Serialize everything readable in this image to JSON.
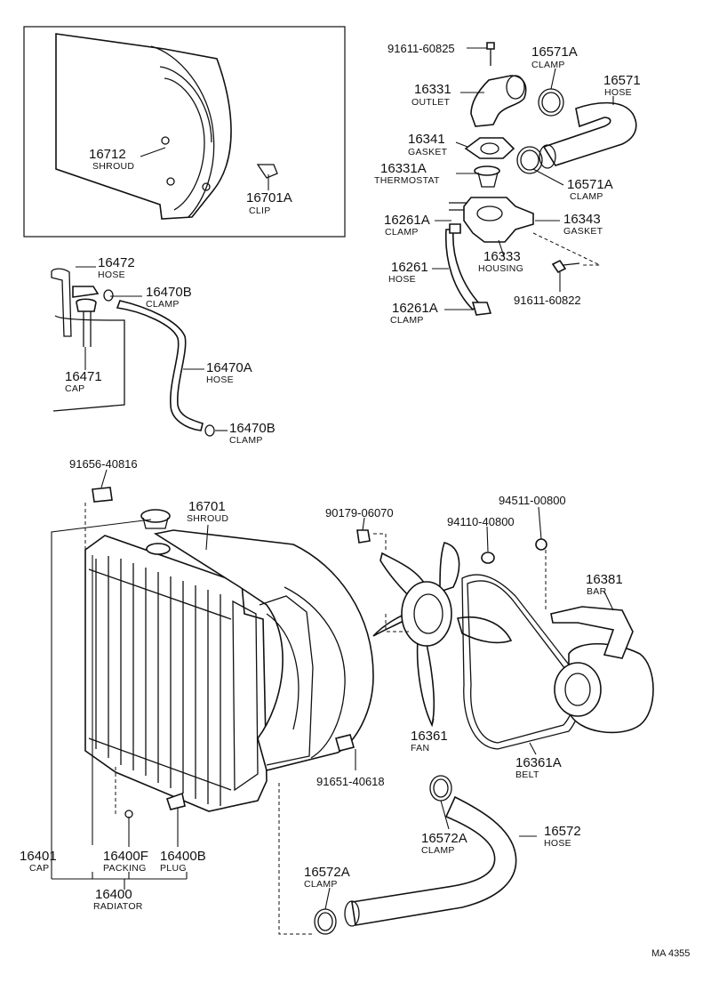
{
  "parts": [
    {
      "id": "p_16712",
      "number": "16712",
      "name": "SHROUD"
    },
    {
      "id": "p_16701A",
      "number": "16701A",
      "name": "CLIP"
    },
    {
      "id": "p_91611_60825",
      "number": "91611-60825",
      "name": ""
    },
    {
      "id": "p_16571A_top",
      "number": "16571A",
      "name": "CLAMP"
    },
    {
      "id": "p_16571",
      "number": "16571",
      "name": "HOSE"
    },
    {
      "id": "p_16331",
      "number": "16331",
      "name": "OUTLET"
    },
    {
      "id": "p_16341",
      "number": "16341",
      "name": "GASKET"
    },
    {
      "id": "p_16331A",
      "number": "16331A",
      "name": "THERMOSTAT"
    },
    {
      "id": "p_16571A_bot",
      "number": "16571A",
      "name": "CLAMP"
    },
    {
      "id": "p_16261A_top",
      "number": "16261A",
      "name": "CLAMP"
    },
    {
      "id": "p_16343",
      "number": "16343",
      "name": "GASKET"
    },
    {
      "id": "p_16333",
      "number": "16333",
      "name": "HOUSING"
    },
    {
      "id": "p_16261",
      "number": "16261",
      "name": "HOSE"
    },
    {
      "id": "p_91611_60822",
      "number": "91611-60822",
      "name": ""
    },
    {
      "id": "p_16261A_bot",
      "number": "16261A",
      "name": "CLAMP"
    },
    {
      "id": "p_16472",
      "number": "16472",
      "name": "HOSE"
    },
    {
      "id": "p_16470B_top",
      "number": "16470B",
      "name": "CLAMP"
    },
    {
      "id": "p_16471",
      "number": "16471",
      "name": "CAP"
    },
    {
      "id": "p_16470A",
      "number": "16470A",
      "name": "HOSE"
    },
    {
      "id": "p_16470B_bot",
      "number": "16470B",
      "name": "CLAMP"
    },
    {
      "id": "p_91656_40816",
      "number": "91656-40816",
      "name": ""
    },
    {
      "id": "p_16701",
      "number": "16701",
      "name": "SHROUD"
    },
    {
      "id": "p_90179_06070",
      "number": "90179-06070",
      "name": ""
    },
    {
      "id": "p_94511_00800",
      "number": "94511-00800",
      "name": ""
    },
    {
      "id": "p_94110_40800",
      "number": "94110-40800",
      "name": ""
    },
    {
      "id": "p_16381",
      "number": "16381",
      "name": "BAR"
    },
    {
      "id": "p_16361",
      "number": "16361",
      "name": "FAN"
    },
    {
      "id": "p_16361A",
      "number": "16361A",
      "name": "BELT"
    },
    {
      "id": "p_91651_40618",
      "number": "91651-40618",
      "name": ""
    },
    {
      "id": "p_16572A_top",
      "number": "16572A",
      "name": "CLAMP"
    },
    {
      "id": "p_16572",
      "number": "16572",
      "name": "HOSE"
    },
    {
      "id": "p_16401",
      "number": "16401",
      "name": "CAP"
    },
    {
      "id": "p_16400F",
      "number": "16400F",
      "name": "PACKING"
    },
    {
      "id": "p_16400B",
      "number": "16400B",
      "name": "PLUG"
    },
    {
      "id": "p_16400",
      "number": "16400",
      "name": "RADIATOR"
    },
    {
      "id": "p_16572A_bot",
      "number": "16572A",
      "name": "CLAMP"
    }
  ],
  "reference": "MA 4355"
}
